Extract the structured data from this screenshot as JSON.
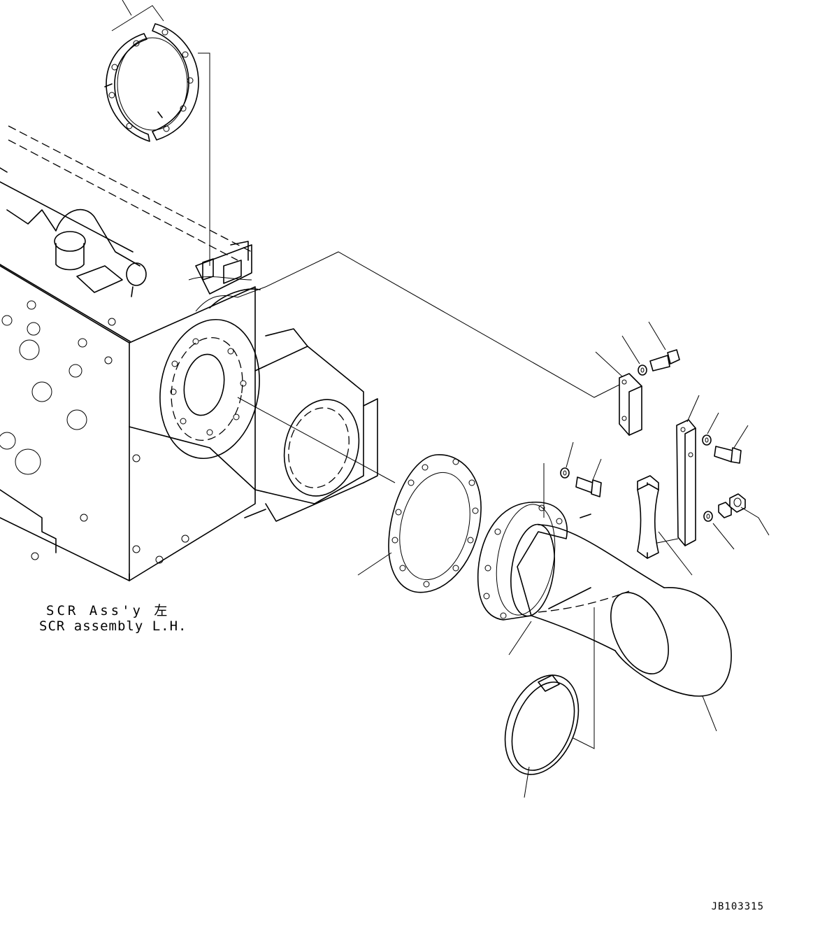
{
  "caption": {
    "japanese": "SCR Ass'y 左",
    "english": "SCR assembly L.H."
  },
  "drawing_id": "JB103315",
  "icons": [
    "scr-assembly-icon",
    "flange-gasket-icon",
    "pipe-icon",
    "clamp-icon",
    "bracket-icon",
    "bolt-icon",
    "washer-icon",
    "nut-icon"
  ]
}
